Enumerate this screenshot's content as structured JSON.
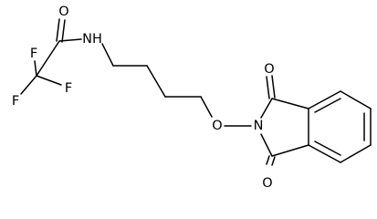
{
  "molecule": {
    "atoms": {
      "o_carbonyl_amide": "O",
      "f_top": "F",
      "f_left": "F",
      "f_bottom": "F",
      "n_amide": "NH",
      "o_ether": "O",
      "n_imide": "N",
      "o_imide_top": "O",
      "o_imide_bottom": "O"
    }
  }
}
